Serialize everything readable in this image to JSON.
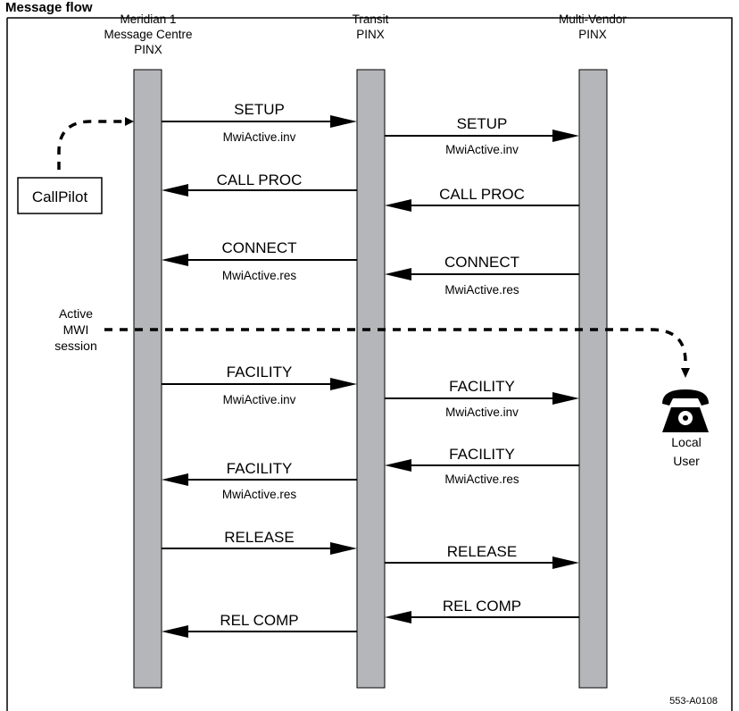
{
  "heading": "Message flow",
  "columns": [
    {
      "lines": [
        "Meridian 1",
        "Message Centre",
        "PINX"
      ]
    },
    {
      "lines": [
        "Transit",
        "PINX"
      ]
    },
    {
      "lines": [
        "Multi-Vendor",
        "PINX"
      ]
    }
  ],
  "callpilot_label": "CallPilot",
  "session_label": [
    "Active",
    "MWI",
    "session"
  ],
  "local_user_label": [
    "Local",
    "User"
  ],
  "figure_id": "553-A0108",
  "messages": [
    {
      "label": "SETUP",
      "param": "MwiActive.inv",
      "from": 0,
      "to": 1
    },
    {
      "label": "SETUP",
      "param": "MwiActive.inv",
      "from": 1,
      "to": 2
    },
    {
      "label": "CALL PROC",
      "param": "",
      "from": 1,
      "to": 0
    },
    {
      "label": "CALL PROC",
      "param": "",
      "from": 2,
      "to": 1
    },
    {
      "label": "CONNECT",
      "param": "MwiActive.res",
      "from": 1,
      "to": 0
    },
    {
      "label": "CONNECT",
      "param": "MwiActive.res",
      "from": 2,
      "to": 1
    },
    {
      "label": "FACILITY",
      "param": "MwiActive.inv",
      "from": 0,
      "to": 1
    },
    {
      "label": "FACILITY",
      "param": "MwiActive.inv",
      "from": 1,
      "to": 2
    },
    {
      "label": "FACILITY",
      "param": "MwiActive.res",
      "from": 2,
      "to": 1
    },
    {
      "label": "FACILITY",
      "param": "MwiActive.res",
      "from": 1,
      "to": 0
    },
    {
      "label": "RELEASE",
      "param": "",
      "from": 0,
      "to": 1
    },
    {
      "label": "RELEASE",
      "param": "",
      "from": 1,
      "to": 2
    },
    {
      "label": "REL COMP",
      "param": "",
      "from": 2,
      "to": 1
    },
    {
      "label": "REL COMP",
      "param": "",
      "from": 1,
      "to": 0
    }
  ]
}
